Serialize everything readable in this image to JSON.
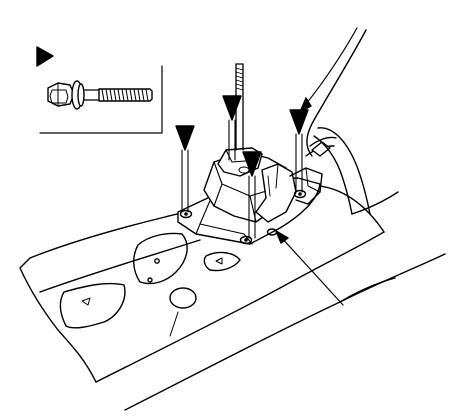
{
  "diagram": {
    "type": "exploded-view",
    "subject": "shift-lever-assembly-mounting",
    "line_color": "#000000",
    "background_color": "#ffffff",
    "callouts": {
      "fastener_markers": 4,
      "leader_lines": 2
    },
    "inset": {
      "marker_icon": "triangle-pointer-icon",
      "part_icon": "flange-bolt-icon"
    }
  }
}
